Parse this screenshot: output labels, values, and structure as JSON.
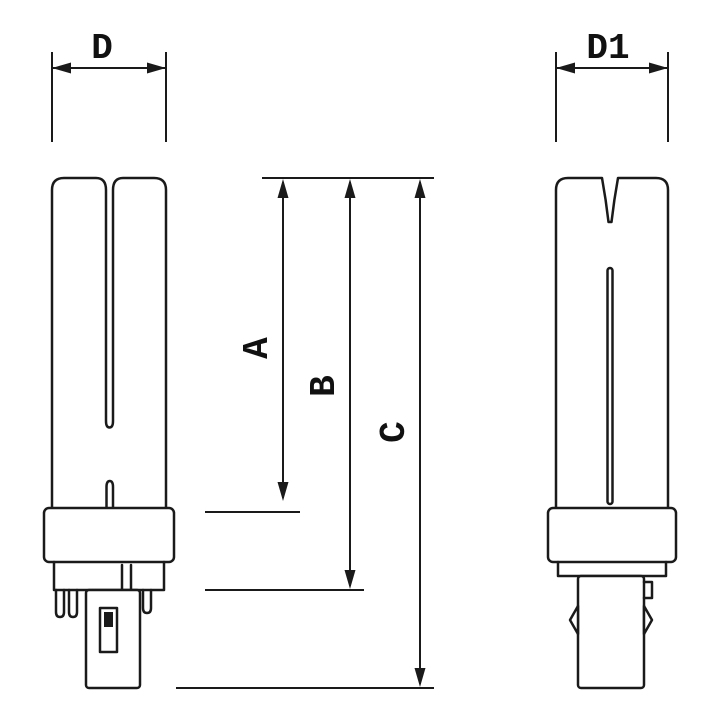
{
  "diagram": {
    "kind": "technical-dimension-drawing",
    "subject": "two-tube compact fluorescent lamp, front view and side view"
  },
  "labels": {
    "d": "D",
    "d1": "D1",
    "a": "A",
    "b": "B",
    "c": "C"
  },
  "colors": {
    "line": "#1a1a1a",
    "background": "#ffffff"
  }
}
